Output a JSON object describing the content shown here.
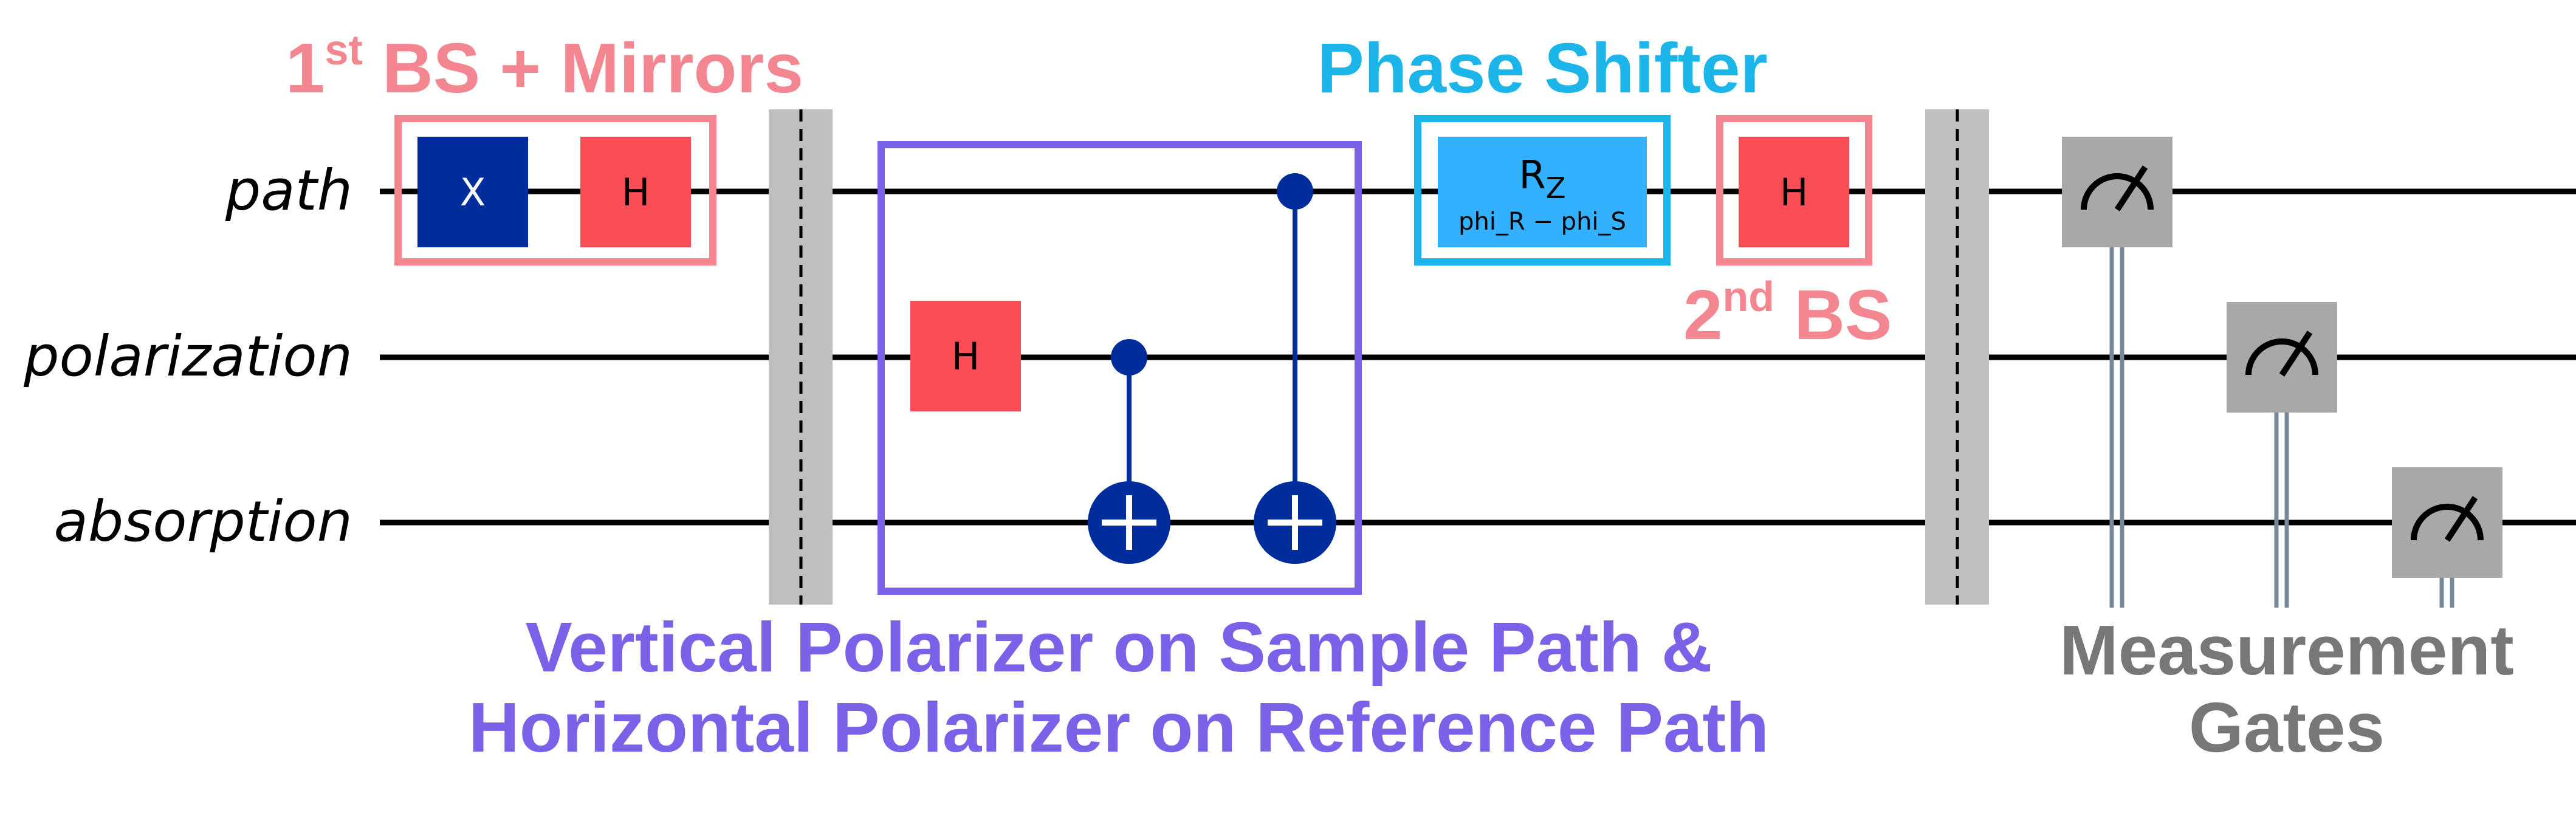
{
  "qubits": [
    "path",
    "polarization",
    "absorption"
  ],
  "gates": {
    "x": "X",
    "h": "H",
    "rz_symbol": "R",
    "rz_subscript": "Z",
    "rz_param": "phi_R − phi_S"
  },
  "group_labels": {
    "first_bs_prefix": "1",
    "first_bs_sup": "st",
    "first_bs_rest": " BS + Mirrors",
    "phase_shifter": "Phase Shifter",
    "second_bs_prefix": "2",
    "second_bs_sup": "nd",
    "second_bs_rest": " BS",
    "polarizer_line1": "Vertical Polarizer on Sample Path &",
    "polarizer_line2": "Horizontal Polarizer on Reference Path",
    "measurement_line1": "Measurement",
    "measurement_line2": "Gates"
  },
  "colors": {
    "wire": "#000000",
    "x_gate": "#002d9c",
    "h_gate": "#fa4d56",
    "rz_gate": "#33b1ff",
    "control": "#002d9c",
    "barrier": "#bfbfbf",
    "measure": "#a8a8a8",
    "classical": "#778899",
    "bs_box": "#f4868f",
    "phase_box": "#1cb5ea",
    "polarizer_box": "#7b61e8",
    "measure_label": "#777777"
  }
}
